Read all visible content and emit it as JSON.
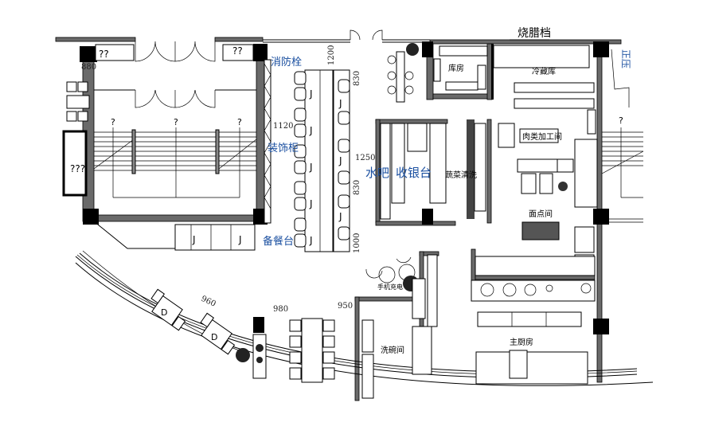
{
  "title_labels": {
    "roast_stall": "烧腊档",
    "hydrant": "消防栓",
    "decor_cabinet": "装饰柜",
    "serving_counter": "备餐台",
    "water_bar": "水吧",
    "cashier": "收银台",
    "storeroom": "库房",
    "cold_storage": "冷藏库",
    "meat_processing": "肉类加工间",
    "veg_washing": "蔬菜清洗",
    "pastry_room": "面点间",
    "phone_charging": "手机充电",
    "dishwashing": "洗碗间",
    "main_kitchen": "主厨房",
    "positive_pressure": "正压",
    "unknown_a": "??",
    "unknown_b": "??",
    "unknown_c": "???",
    "q1": "?",
    "q2": "?",
    "q3": "?",
    "q4": "?"
  },
  "dimensions": {
    "d1200": "1200",
    "d830a": "830",
    "d1120": "1120",
    "d1250": "1250",
    "d830b": "830",
    "d1000": "1000",
    "d960": "960",
    "d980": "980",
    "d950": "950",
    "d880": "880"
  },
  "table_marks": {
    "j": "J",
    "d": "D"
  }
}
